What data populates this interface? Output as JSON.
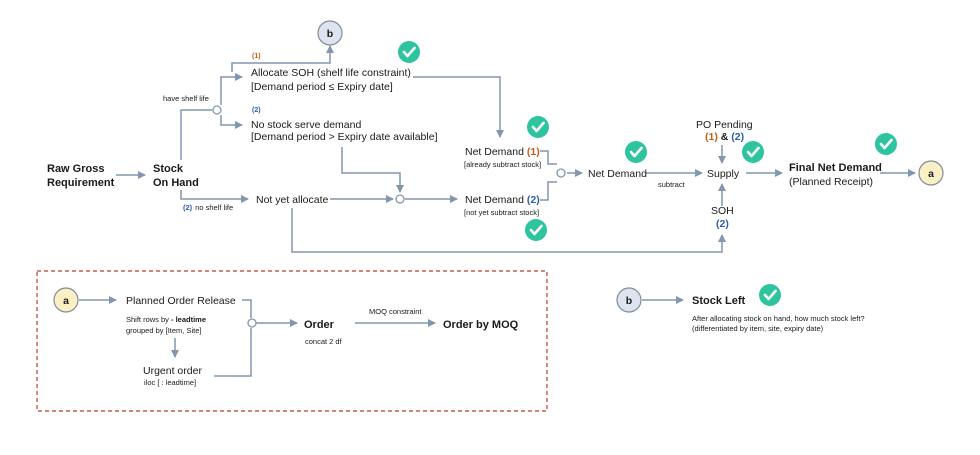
{
  "main_flow": {
    "raw_gross_1": "Raw Gross",
    "raw_gross_2": "Requirement",
    "stock_1": "Stock",
    "stock_2": "On Hand",
    "have_shelf_life": "have shelf life",
    "no_shelf_life_num": "(2)",
    "no_shelf_life": "no shelf life",
    "alloc_num": "(1)",
    "alloc_1": "Allocate SOH (shelf life constraint)",
    "alloc_2": "[Demand period  ≤ Expiry date]",
    "nostock_num": "(2)",
    "nostock_1": "No stock serve demand",
    "nostock_2": "[Demand period > Expiry date available]",
    "not_yet": "Not yet allocate",
    "nd1_label": "Net Demand ",
    "nd1_num": "(1)",
    "nd1_note": "[already subtract stock]",
    "nd2_label": "Net Demand ",
    "nd2_num": "(2)",
    "nd2_note": "[not yet subtract stock]",
    "net_demand": "Net Demand",
    "subtract": "subtract",
    "po_pending": "PO Pending",
    "po_n1": "(1)",
    "po_amp": " & ",
    "po_n2": "(2)",
    "supply": "Supply",
    "soh": "SOH",
    "soh_num": "(2)",
    "final_1": "Final Net Demand",
    "final_2": "(Planned Receipt)",
    "node_a": "a",
    "node_b": "b"
  },
  "box_a": {
    "node": "a",
    "por": "Planned Order Release",
    "shift_pre": "Shift rows by ",
    "shift_bold": " - leadtime",
    "grouped": "grouped by [Item, Site]",
    "urgent": "Urgent order",
    "iloc": "iloc [ : leadtime]",
    "order": "Order",
    "concat": "concat 2 df",
    "moq_constraint": "MOQ constraint",
    "order_moq": "Order by MOQ"
  },
  "box_b": {
    "node": "b",
    "stock_left": "Stock Left",
    "desc_1": "After allocating stock on hand, how much stock left?",
    "desc_2": "(differentiated by item, site, expiry date)"
  },
  "colors": {
    "line": "#8296ad",
    "check": "#2ec4a0",
    "node_a_fill": "#fbefc4",
    "node_b_fill": "#dde4f0",
    "dashed_border": "#c0392b",
    "orange": "#c0601a",
    "blue": "#2e5fa8"
  },
  "icons": [
    "check-circle-icon",
    "junction-circle-icon",
    "arrow-icon"
  ]
}
